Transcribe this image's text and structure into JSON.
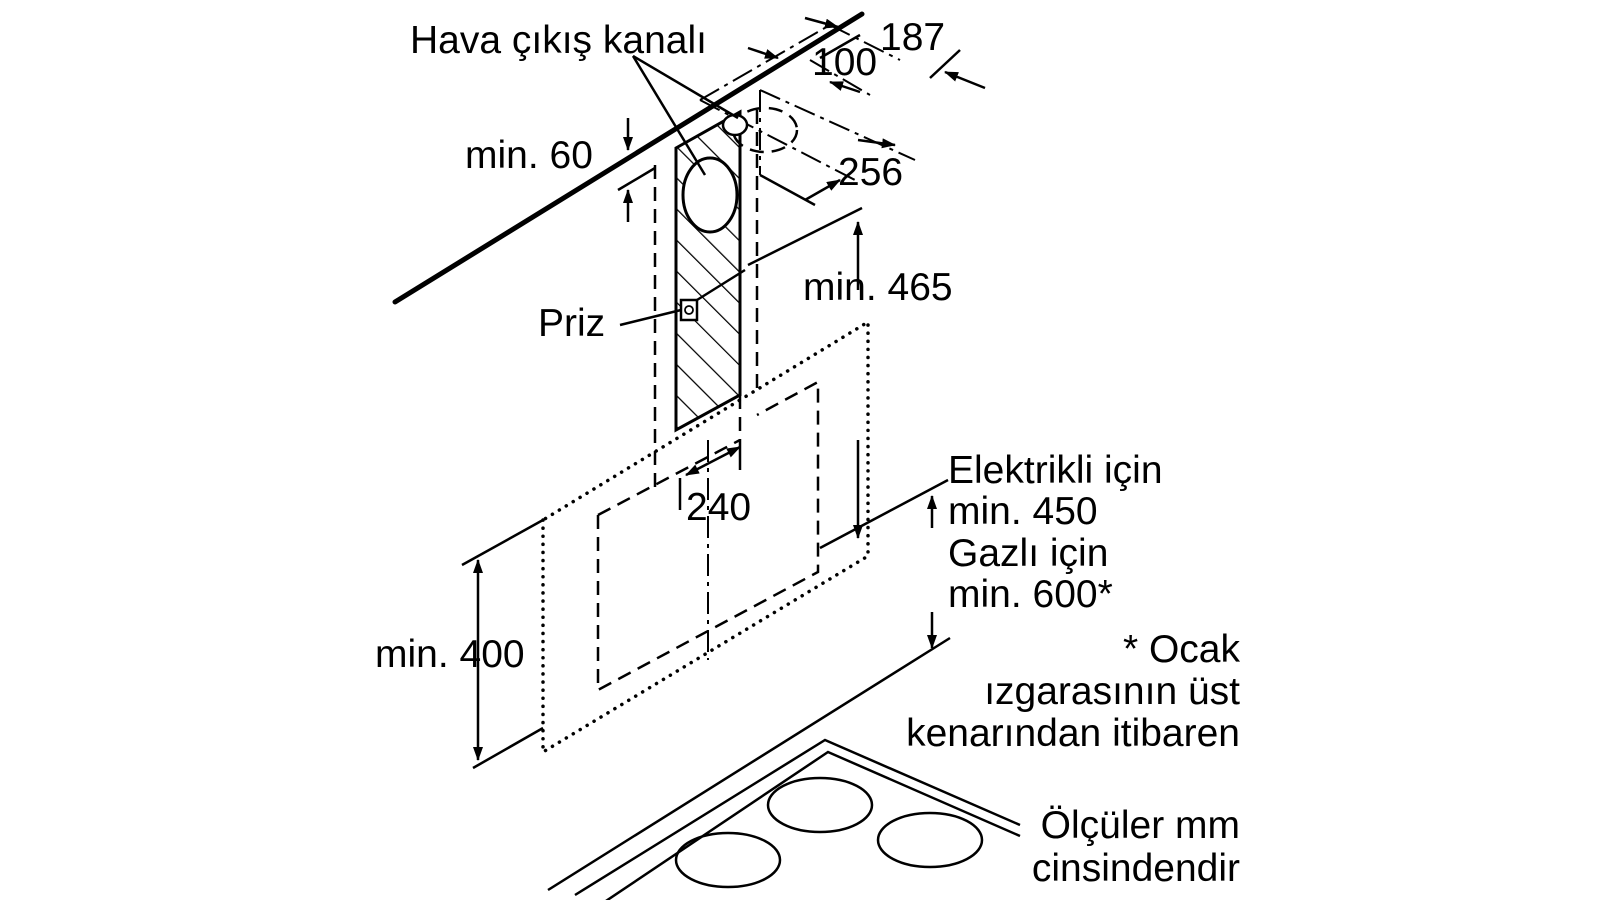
{
  "labels": {
    "air_outlet": "Hava çıkış kanalı",
    "dim_187": "187",
    "dim_100": "100",
    "dim_min60": "min. 60",
    "dim_256": "256",
    "dim_min465": "min. 465",
    "socket": "Priz",
    "dim_240": "240",
    "dim_min400": "min. 400",
    "electric_line1": "Elektrikli için",
    "electric_line2": "min. 450",
    "gas_line1": "Gazlı için",
    "gas_line2": "min. 600*",
    "note_line1": "* Ocak",
    "note_line2": "ızgarasının üst",
    "note_line3": "kenarından itibaren",
    "units_line1": "Ölçüler mm",
    "units_line2": "cinsindendir"
  },
  "colors": {
    "line": "#000000",
    "background": "#ffffff"
  }
}
